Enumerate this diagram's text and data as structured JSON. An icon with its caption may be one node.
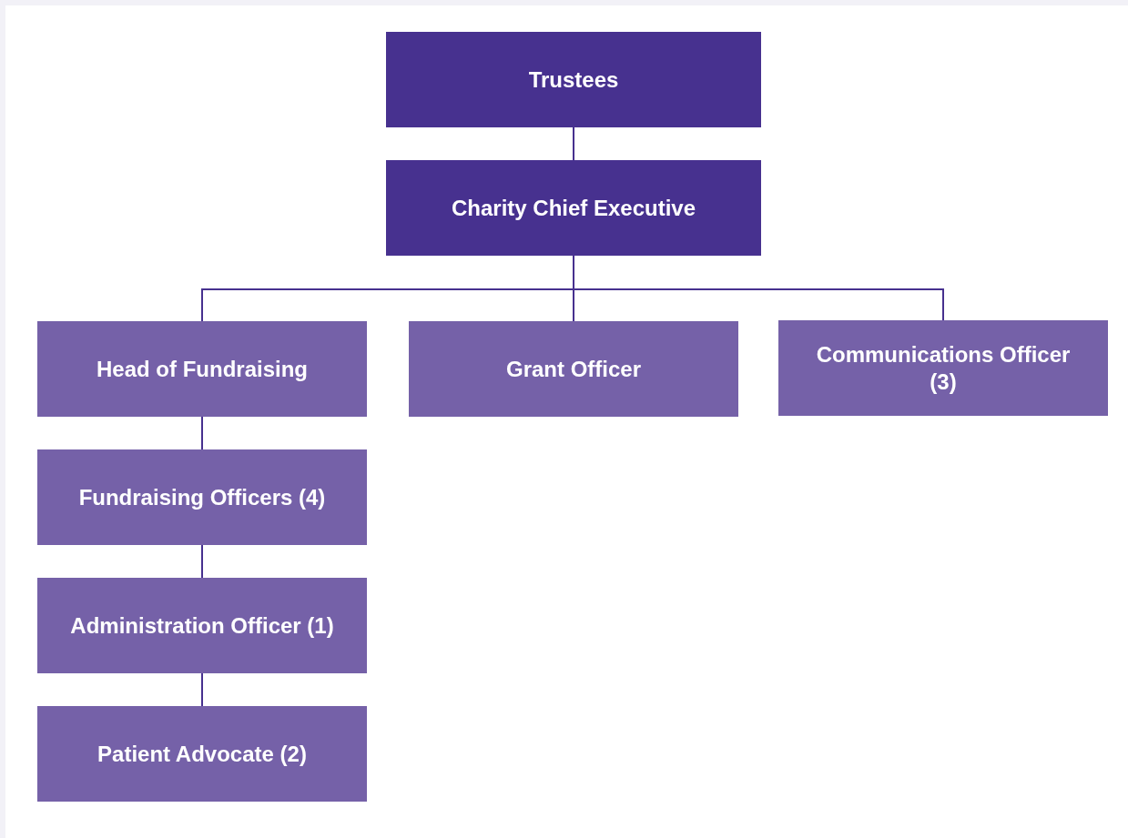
{
  "diagram": {
    "nodes": [
      {
        "text": [
          "Trustees"
        ]
      },
      {
        "text": [
          "Charity Chief Executive"
        ]
      },
      {
        "text": [
          "Head of Fundraising"
        ]
      },
      {
        "text": [
          "Grant Officer"
        ]
      },
      {
        "text": [
          "Communications Officer (3)"
        ]
      },
      {
        "text": [
          "Fundraising Officers (4)"
        ]
      },
      {
        "text": [
          "Administration Officer (1)"
        ]
      },
      {
        "text": [
          "Patient Advocate (2)"
        ]
      }
    ],
    "edges": [
      {
        "from": 0,
        "to": 1,
        "arrow": "none"
      },
      {
        "from": 1,
        "to": 2,
        "arrow": "none"
      },
      {
        "from": 1,
        "to": 3,
        "arrow": "none"
      },
      {
        "from": 1,
        "to": 4,
        "arrow": "none"
      },
      {
        "from": 2,
        "to": 5,
        "arrow": "none"
      },
      {
        "from": 5,
        "to": 6,
        "arrow": "none"
      },
      {
        "from": 6,
        "to": 7,
        "arrow": "none"
      }
    ]
  }
}
